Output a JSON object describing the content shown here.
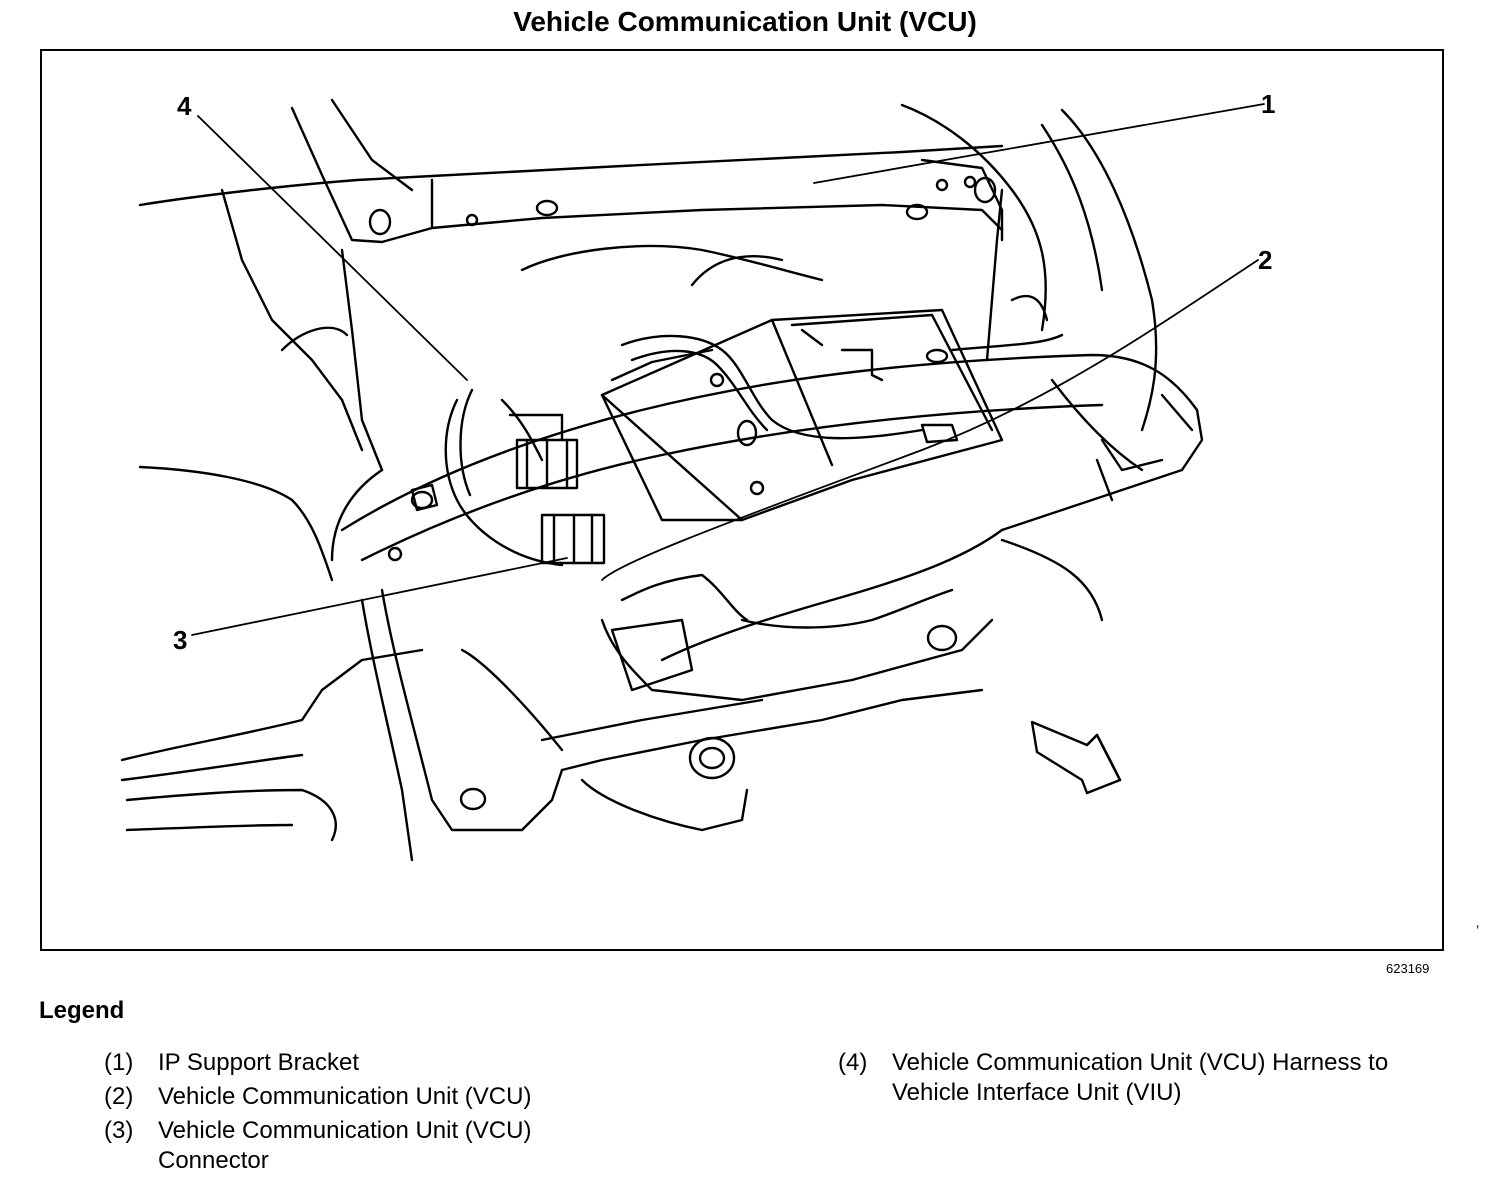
{
  "title": "Vehicle Communication Unit (VCU)",
  "callouts": [
    "1",
    "2",
    "3",
    "4"
  ],
  "figure_id": "623169",
  "legend": {
    "heading": "Legend",
    "items": [
      {
        "num": "(1)",
        "label": "IP Support Bracket"
      },
      {
        "num": "(2)",
        "label": "Vehicle Communication Unit (VCU)"
      },
      {
        "num": "(3)",
        "label": "Vehicle Communication Unit (VCU) Connector"
      },
      {
        "num": "(4)",
        "label": "Vehicle Communication Unit (VCU) Harness to Vehicle Interface Unit (VIU)"
      }
    ]
  },
  "colors": {
    "line": "#000000",
    "background": "#ffffff"
  }
}
